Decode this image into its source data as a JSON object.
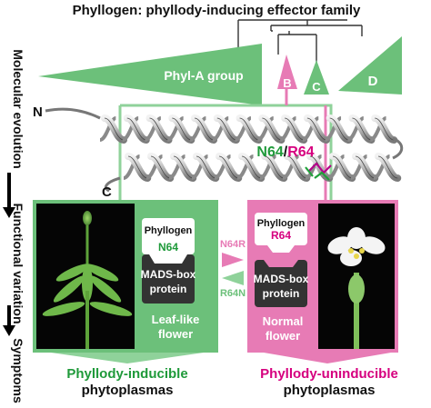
{
  "title": "Phyllogen: phyllody-inducing effector family",
  "side_labels": {
    "molecular": "Molecular evolution",
    "functional": "Functional variation",
    "symptoms": "Symptoms"
  },
  "groups": {
    "a": "Phyl-A group",
    "b": "B",
    "c": "C",
    "d": "D"
  },
  "termini": {
    "n": "N",
    "c": "C"
  },
  "residues": {
    "n64": "N64",
    "sep": "/",
    "r64": "R64"
  },
  "left_panel": {
    "phyllogen": "Phyllogen",
    "residue": "N64",
    "mads_line1": "MADS-box",
    "mads_line2": "protein",
    "caption_line1": "Leaf-like",
    "caption_line2": "flower"
  },
  "mutations": {
    "forward": "N64R",
    "reverse": "R64N"
  },
  "right_panel": {
    "phyllogen": "Phyllogen",
    "residue": "R64",
    "mads_line1": "MADS-box",
    "mads_line2": "protein",
    "caption_line1": "Normal",
    "caption_line2": "flower"
  },
  "bottom": {
    "left_line1": "Phyllody-inducible",
    "left_line2": "phytoplasmas",
    "right_line1": "Phyllody-uninducible",
    "right_line2": "phytoplasmas"
  },
  "colors": {
    "green": "#6cc07a",
    "green_light": "#8fd29a",
    "pink": "#e77bb5",
    "pink_text": "#d6007f",
    "green_text": "#1f9a3a",
    "dark_box": "#333333",
    "black": "#000000"
  },
  "icons": [
    "up-down-arrow-icon",
    "down-arrow-icon",
    "helix-ribbon-icon",
    "tree-icon"
  ]
}
